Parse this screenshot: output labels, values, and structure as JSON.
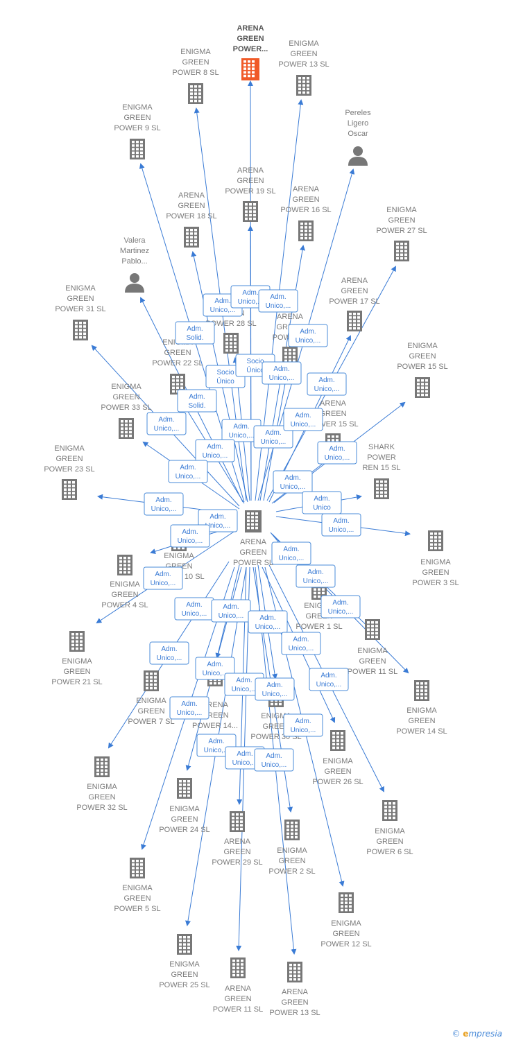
{
  "focus": {
    "label": [
      "ARENA",
      "GREEN",
      "POWER..."
    ]
  },
  "center": {
    "label": [
      "ARENA",
      "GREEN",
      "POWER  SL"
    ]
  },
  "nodes": [
    {
      "id": "eg8",
      "lines": [
        "ENIGMA",
        "GREEN",
        "POWER 8  SL"
      ],
      "kind": "building"
    },
    {
      "id": "eg13",
      "lines": [
        "ENIGMA",
        "GREEN",
        "POWER 13  SL"
      ],
      "kind": "building"
    },
    {
      "id": "eg9",
      "lines": [
        "ENIGMA",
        "GREEN",
        "POWER 9  SL"
      ],
      "kind": "building"
    },
    {
      "id": "pereles",
      "lines": [
        "Pereles",
        "Ligero",
        "Oscar"
      ],
      "kind": "person"
    },
    {
      "id": "ag19",
      "lines": [
        "ARENA",
        "GREEN",
        "POWER 19  SL"
      ],
      "kind": "building"
    },
    {
      "id": "ag16",
      "lines": [
        "ARENA",
        "GREEN",
        "POWER 16  SL"
      ],
      "kind": "building"
    },
    {
      "id": "ag18",
      "lines": [
        "ARENA",
        "GREEN",
        "POWER 18  SL"
      ],
      "kind": "building"
    },
    {
      "id": "eg27",
      "lines": [
        "ENIGMA",
        "GREEN",
        "POWER 27  SL"
      ],
      "kind": "building"
    },
    {
      "id": "valera",
      "lines": [
        "Valera",
        "Martinez",
        "Pablo..."
      ],
      "kind": "person"
    },
    {
      "id": "ag17",
      "lines": [
        "ARENA",
        "GREEN",
        "POWER 17  SL"
      ],
      "kind": "building"
    },
    {
      "id": "eg31",
      "lines": [
        "ENIGMA",
        "GREEN",
        "POWER 31  SL"
      ],
      "kind": "building"
    },
    {
      "id": "ag28",
      "lines": [
        "ARENA",
        "GREEN",
        "POWER 28  SL"
      ],
      "kind": "building"
    },
    {
      "id": "agx",
      "lines": [
        "ARENA",
        "GREEN",
        "POWER..."
      ],
      "kind": "building"
    },
    {
      "id": "eg22",
      "lines": [
        "ENIGMA",
        "GREEN",
        "POWER 22  SL"
      ],
      "kind": "building"
    },
    {
      "id": "eg15",
      "lines": [
        "ENIGMA",
        "GREEN",
        "POWER 15  SL"
      ],
      "kind": "building"
    },
    {
      "id": "eg33",
      "lines": [
        "ENIGMA",
        "GREEN",
        "POWER 33  SL"
      ],
      "kind": "building"
    },
    {
      "id": "ag15",
      "lines": [
        "ARENA",
        "GREEN",
        "POWER 15  SL"
      ],
      "kind": "building"
    },
    {
      "id": "shark",
      "lines": [
        "SHARK",
        "POWER",
        "REN 15  SL"
      ],
      "kind": "building"
    },
    {
      "id": "eg23",
      "lines": [
        "ENIGMA",
        "GREEN",
        "POWER 23  SL"
      ],
      "kind": "building"
    },
    {
      "id": "eg3",
      "lines": [
        "ENIGMA",
        "GREEN",
        "POWER 3  SL"
      ],
      "kind": "building"
    },
    {
      "id": "eg10",
      "lines": [
        "ENIGMA",
        "GREEN",
        "POWER 10  SL"
      ],
      "kind": "building"
    },
    {
      "id": "eg4",
      "lines": [
        "ENIGMA",
        "GREEN",
        "POWER 4  SL"
      ],
      "kind": "building"
    },
    {
      "id": "eg1",
      "lines": [
        "ENIGMA",
        "GREEN",
        "POWER 1  SL"
      ],
      "kind": "building"
    },
    {
      "id": "eg11",
      "lines": [
        "ENIGMA",
        "GREEN",
        "POWER 11  SL"
      ],
      "kind": "building"
    },
    {
      "id": "eg21",
      "lines": [
        "ENIGMA",
        "GREEN",
        "POWER 21  SL"
      ],
      "kind": "building"
    },
    {
      "id": "eg14",
      "lines": [
        "ENIGMA",
        "GREEN",
        "POWER 14  SL"
      ],
      "kind": "building"
    },
    {
      "id": "eg7",
      "lines": [
        "ENIGMA",
        "GREEN",
        "POWER 7  SL"
      ],
      "kind": "building"
    },
    {
      "id": "ag14",
      "lines": [
        "ARENA",
        "GREEN",
        "POWER 14..."
      ],
      "kind": "building"
    },
    {
      "id": "eg30",
      "lines": [
        "ENIGMA",
        "GREEN",
        "POWER 30  SL"
      ],
      "kind": "building"
    },
    {
      "id": "eg26",
      "lines": [
        "ENIGMA",
        "GREEN",
        "POWER 26  SL"
      ],
      "kind": "building"
    },
    {
      "id": "eg32",
      "lines": [
        "ENIGMA",
        "GREEN",
        "POWER 32  SL"
      ],
      "kind": "building"
    },
    {
      "id": "eg24",
      "lines": [
        "ENIGMA",
        "GREEN",
        "POWER 24  SL"
      ],
      "kind": "building"
    },
    {
      "id": "eg6",
      "lines": [
        "ENIGMA",
        "GREEN",
        "POWER 6  SL"
      ],
      "kind": "building"
    },
    {
      "id": "ag29",
      "lines": [
        "ARENA",
        "GREEN",
        "POWER 29  SL"
      ],
      "kind": "building"
    },
    {
      "id": "eg2",
      "lines": [
        "ENIGMA",
        "GREEN",
        "POWER 2  SL"
      ],
      "kind": "building"
    },
    {
      "id": "eg5",
      "lines": [
        "ENIGMA",
        "GREEN",
        "POWER 5  SL"
      ],
      "kind": "building"
    },
    {
      "id": "eg12",
      "lines": [
        "ENIGMA",
        "GREEN",
        "POWER 12  SL"
      ],
      "kind": "building"
    },
    {
      "id": "eg25",
      "lines": [
        "ENIGMA",
        "GREEN",
        "POWER 25  SL"
      ],
      "kind": "building"
    },
    {
      "id": "ag11",
      "lines": [
        "ARENA",
        "GREEN",
        "POWER 11  SL"
      ],
      "kind": "building"
    },
    {
      "id": "ag13",
      "lines": [
        "ARENA",
        "GREEN",
        "POWER 13  SL"
      ],
      "kind": "building"
    }
  ],
  "edge_labels": [
    [
      "Adm.",
      "Unico,..."
    ],
    [
      "Adm.",
      "Unico,..."
    ],
    [
      "Adm.",
      "Unico,..."
    ],
    [
      "Adm.",
      "Solid."
    ],
    [
      "Adm.",
      "Unico,..."
    ],
    [
      "Socio",
      "Único"
    ],
    [
      "Socio",
      "Único"
    ],
    [
      "Adm.",
      "Unico,..."
    ],
    [
      "Adm.",
      "Unico,..."
    ],
    [
      "Adm.",
      "Solid."
    ],
    [
      "Adm.",
      "Unico,..."
    ],
    [
      "Adm.",
      "Unico,..."
    ],
    [
      "Adm.",
      "Unico,..."
    ],
    [
      "Adm.",
      "Unico,..."
    ],
    [
      "Adm.",
      "Unico,..."
    ],
    [
      "Adm.",
      "Unico,..."
    ],
    [
      "Adm.",
      "Unico,..."
    ],
    [
      "Adm.",
      "Unico,..."
    ],
    [
      "Adm.",
      "Unico"
    ],
    [
      "Adm.",
      "Unico,..."
    ],
    [
      "Adm.",
      "Unico,..."
    ],
    [
      "Adm.",
      "Unico,..."
    ],
    [
      "Adm.",
      "Unico,..."
    ],
    [
      "Adm.",
      "Unico,..."
    ],
    [
      "Adm.",
      "Unico,..."
    ],
    [
      "Adm.",
      "Unico,..."
    ],
    [
      "Adm.",
      "Unico,..."
    ],
    [
      "Adm.",
      "Unico,..."
    ],
    [
      "Adm.",
      "Unico,..."
    ],
    [
      "Adm.",
      "Unico,..."
    ],
    [
      "Adm.",
      "Unico,..."
    ],
    [
      "Adm.",
      "Unico,..."
    ],
    [
      "Adm.",
      "Unico,..."
    ],
    [
      "Adm.",
      "Unico,..."
    ],
    [
      "Adm.",
      "Unico,..."
    ],
    [
      "Adm.",
      "Unico,..."
    ],
    [
      "Adm.",
      "Unico,..."
    ],
    [
      "Adm.",
      "Unico,..."
    ],
    [
      "Adm.",
      "Unico,..."
    ],
    [
      "Adm.",
      "Unico,..."
    ],
    [
      "Adm.",
      "Unico,..."
    ]
  ],
  "colors": {
    "edge": "#3a7bd5",
    "building": "#777777",
    "focus": "#f05a28",
    "person": "#777777"
  },
  "footer": {
    "copyright": "©",
    "brand_initial": "e",
    "brand_rest": "mpresia"
  }
}
